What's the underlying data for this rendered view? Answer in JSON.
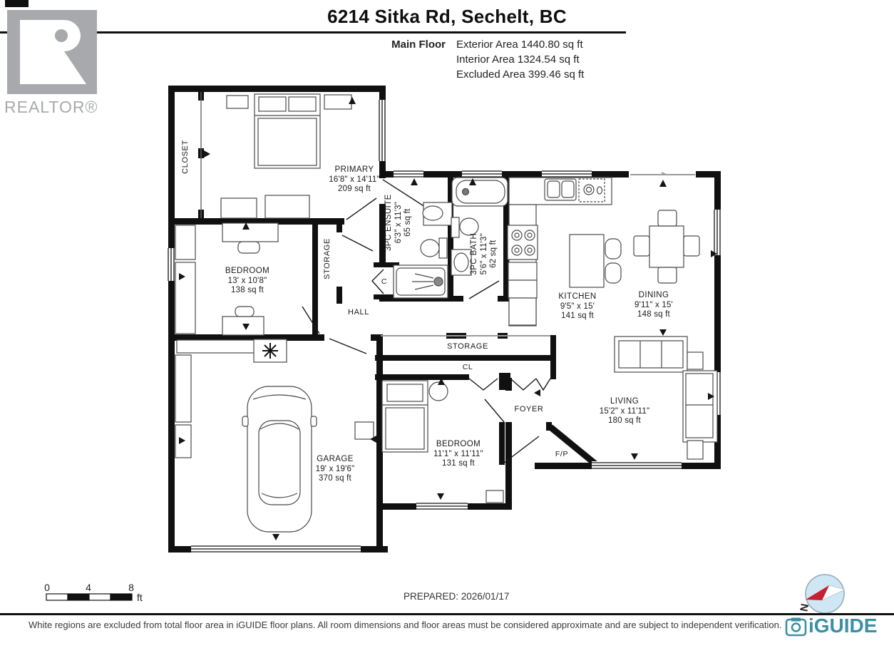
{
  "title": "6214 Sitka Rd, Sechelt, BC",
  "summary": {
    "floor_label": "Main Floor",
    "area_lines": [
      "Exterior Area 1440.80 sq ft",
      "Interior Area 1324.54 sq ft",
      "Excluded Area 399.46 sq ft"
    ]
  },
  "branding": {
    "realtor_wordmark": "REALTOR®",
    "iguide_wordmark": "iGUIDE"
  },
  "rooms": {
    "primary": {
      "name": "PRIMARY",
      "dims": "16'8\" x 14'11\"",
      "area": "209 sq ft"
    },
    "bedroom_left": {
      "name": "BEDROOM",
      "dims": "13' x 10'8\"",
      "area": "138 sq ft"
    },
    "ensuite": {
      "name": "3PC ENSUITE",
      "dims": "6'3\" x 11'3\"",
      "area": "65 sq ft"
    },
    "bath": {
      "name": "3PC BATH",
      "dims": "5'6\" x 11'3\"",
      "area": "62 sq ft"
    },
    "kitchen": {
      "name": "KITCHEN",
      "dims": "9'5\" x 15'",
      "area": "141 sq ft"
    },
    "dining": {
      "name": "DINING",
      "dims": "9'11\" x 15'",
      "area": "148 sq ft"
    },
    "living": {
      "name": "LIVING",
      "dims": "15'2\" x 11'11\"",
      "area": "180 sq ft"
    },
    "bedroom_mid": {
      "name": "BEDROOM",
      "dims": "11'1\" x 11'11\"",
      "area": "131 sq ft"
    },
    "garage": {
      "name": "GARAGE",
      "dims": "19' x 19'6\"",
      "area": "370 sq ft"
    }
  },
  "labels": {
    "closet": "CLOSET",
    "storage_vertical": "STORAGE",
    "storage_horizontal": "STORAGE",
    "hall": "HALL",
    "closet_c": "C",
    "closet_cl": "CL",
    "foyer": "FOYER",
    "fireplace": "F/P"
  },
  "footer": {
    "scale_ticks": [
      "0",
      "4",
      "8"
    ],
    "scale_unit": "ft",
    "prepared": "PREPARED: 2026/01/17",
    "disclaimer": "White regions are excluded from total floor area in iGUIDE floor plans. All room dimensions and floor areas must be considered approximate and are subject to independent verification.",
    "compass_north": "N"
  },
  "colors": {
    "wall": "#101010",
    "iguide_teal": "#3d8fa6",
    "realtor_gray": "#a7a9ac",
    "compass_fill": "#cfe7f4",
    "compass_red": "#c8202f"
  }
}
